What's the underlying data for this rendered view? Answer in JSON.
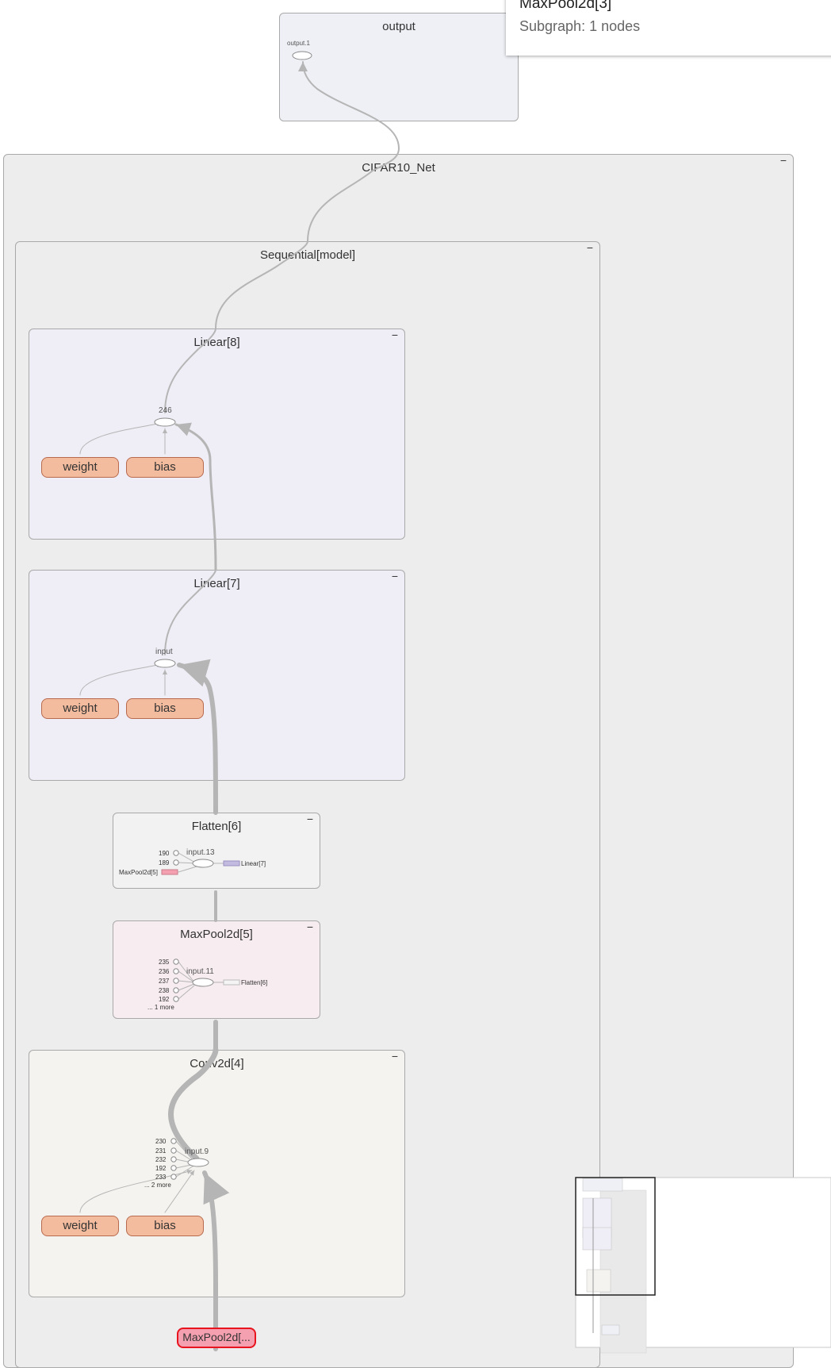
{
  "info": {
    "title": "MaxPool2d[3]",
    "subtitle": "Subgraph: 1 nodes"
  },
  "groups": {
    "output": {
      "title": "output",
      "node": "output.1"
    },
    "cifar": {
      "title": "CIFAR10_Net",
      "collapse": "−"
    },
    "sequential": {
      "title": "Sequential[model]",
      "collapse": "−"
    },
    "linear8": {
      "title": "Linear[8]",
      "collapse": "−",
      "node": "246",
      "weight": "weight",
      "bias": "bias"
    },
    "linear7": {
      "title": "Linear[7]",
      "collapse": "−",
      "node": "input",
      "weight": "weight",
      "bias": "bias"
    },
    "flatten6": {
      "title": "Flatten[6]",
      "collapse": "−",
      "node": "input.13",
      "in1": "190",
      "in2": "189",
      "src": "MaxPool2d[5]",
      "dst": "Linear[7]"
    },
    "maxpool5": {
      "title": "MaxPool2d[5]",
      "collapse": "−",
      "node": "input.11",
      "inputs": [
        "235",
        "236",
        "237",
        "238",
        "192"
      ],
      "more": "... 1 more",
      "dst": "Flatten[6]"
    },
    "conv4": {
      "title": "Conv2d[4]",
      "collapse": "−",
      "node": "input.9",
      "inputs": [
        "230",
        "231",
        "232",
        "192",
        "233"
      ],
      "more": "... 2 more",
      "weight": "weight",
      "bias": "bias"
    }
  },
  "selected_node": "MaxPool2d[...",
  "colors": {
    "linear_fill": "#efedf5",
    "maxpool_fill": "#f7ecef",
    "conv_fill": "#f4f3ef",
    "output_fill": "#eef0f5",
    "param_fill": "#f4bc9e",
    "selected_fill": "#f4a0b0",
    "selected_border": "#e8141e"
  }
}
